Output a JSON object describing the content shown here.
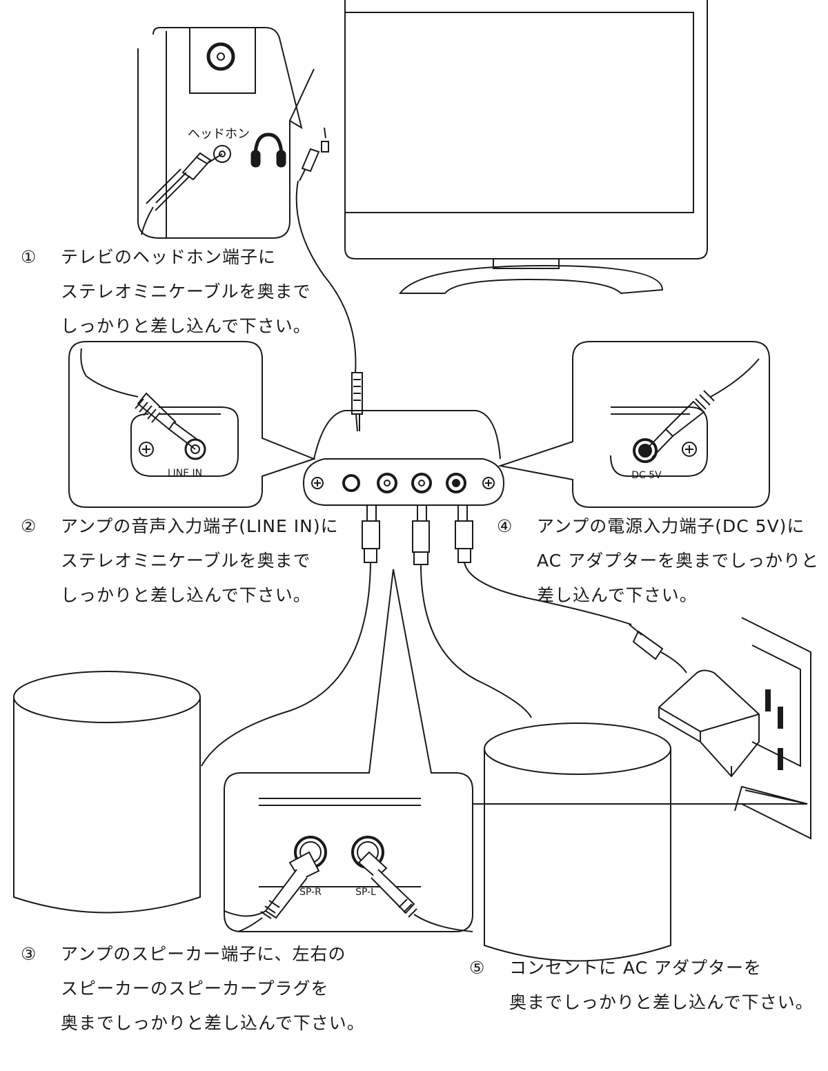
{
  "labels": {
    "headphone_jack": "ヘッドホン",
    "line_in": "LINE IN",
    "dc_5v": "DC 5V",
    "sp_r": "SP-R",
    "sp_l": "SP-L"
  },
  "steps": [
    {
      "num": "①",
      "lines": [
        "テレビのヘッドホン端子に",
        "ステレオミニケーブルを奥まで",
        "しっかりと差し込んで下さい。"
      ]
    },
    {
      "num": "②",
      "lines": [
        "アンプの音声入力端子(LINE IN)に",
        "ステレオミニケーブルを奥まで",
        "しっかりと差し込んで下さい。"
      ]
    },
    {
      "num": "③",
      "lines": [
        "アンプのスピーカー端子に、左右の",
        "スピーカーのスピーカープラグを",
        "奥までしっかりと差し込んで下さい。"
      ]
    },
    {
      "num": "④",
      "lines": [
        "アンプの電源入力端子(DC 5V)に",
        "AC アダプターを奥までしっかりと",
        "差し込んで下さい。"
      ]
    },
    {
      "num": "⑤",
      "lines": [
        "コンセントに AC アダプターを",
        "奥までしっかりと差し込んで下さい。"
      ]
    }
  ]
}
